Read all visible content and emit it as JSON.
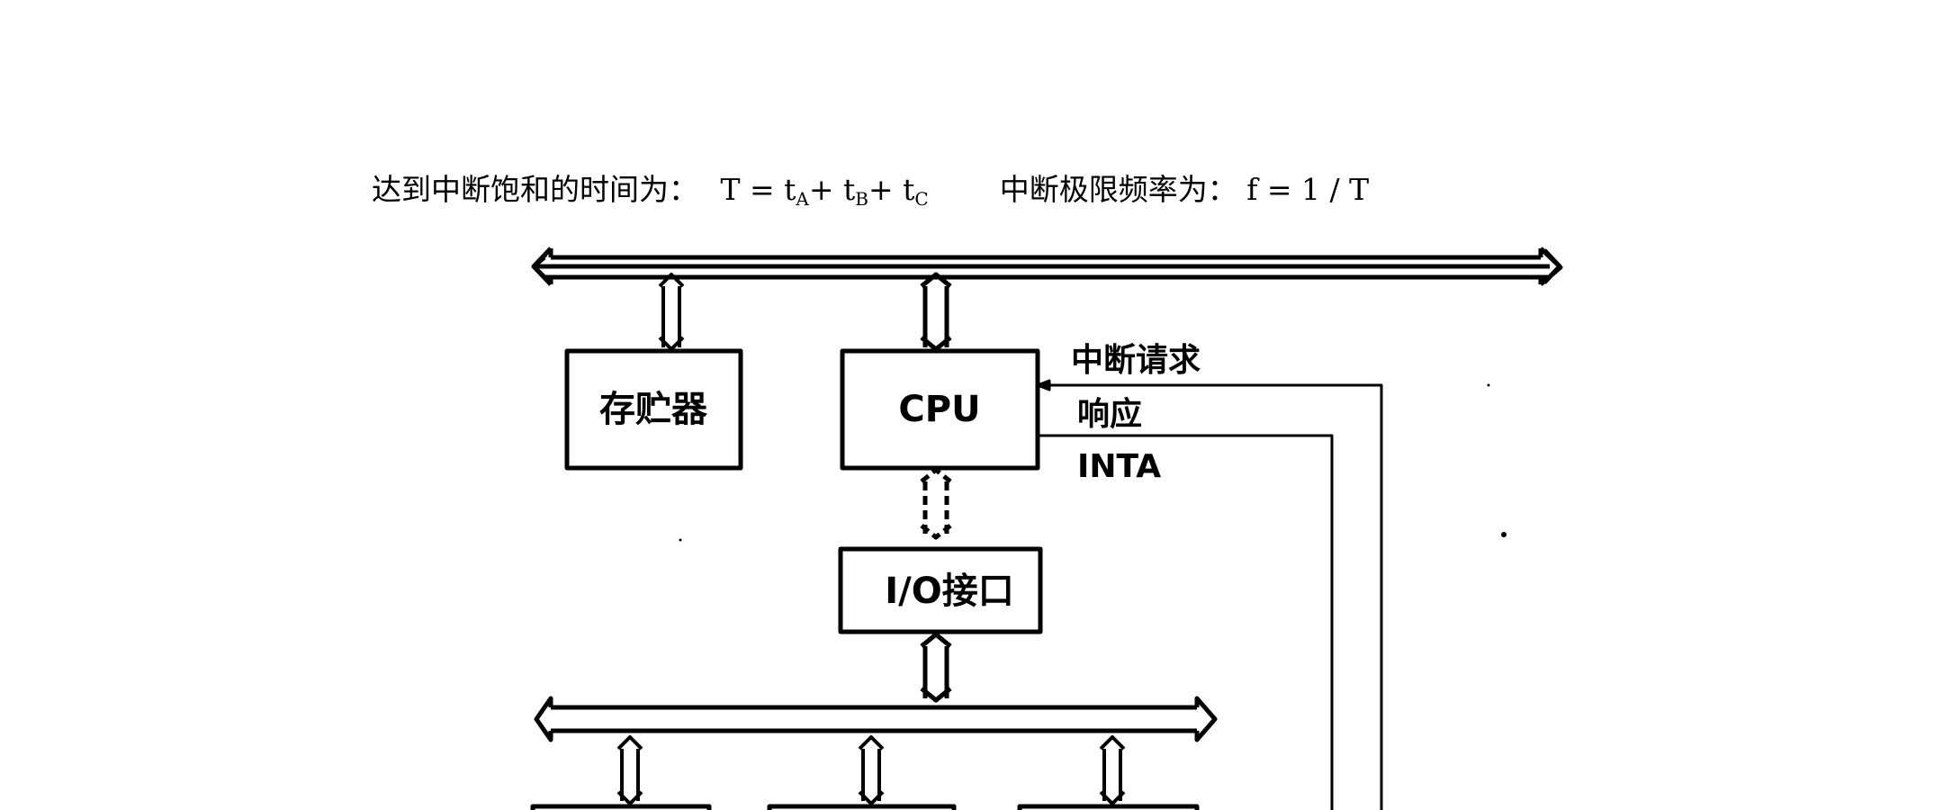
{
  "text_line": {
    "saturation_label": "达到中断饱和的时间为：",
    "formula_T": "T = t",
    "sub_A": "A",
    "plus_1": " + t",
    "sub_B": "B",
    "plus_2": " + t",
    "sub_C": "C",
    "limit_label": "中断极限频率为：",
    "formula_f": "f = 1 / T"
  },
  "diagram": {
    "memory_label": "存贮器",
    "cpu_label": "CPU",
    "io_label": "I/O接口",
    "interrupt_request_label": "中断请求",
    "response_label": "响应",
    "inta_label": "INTA"
  }
}
